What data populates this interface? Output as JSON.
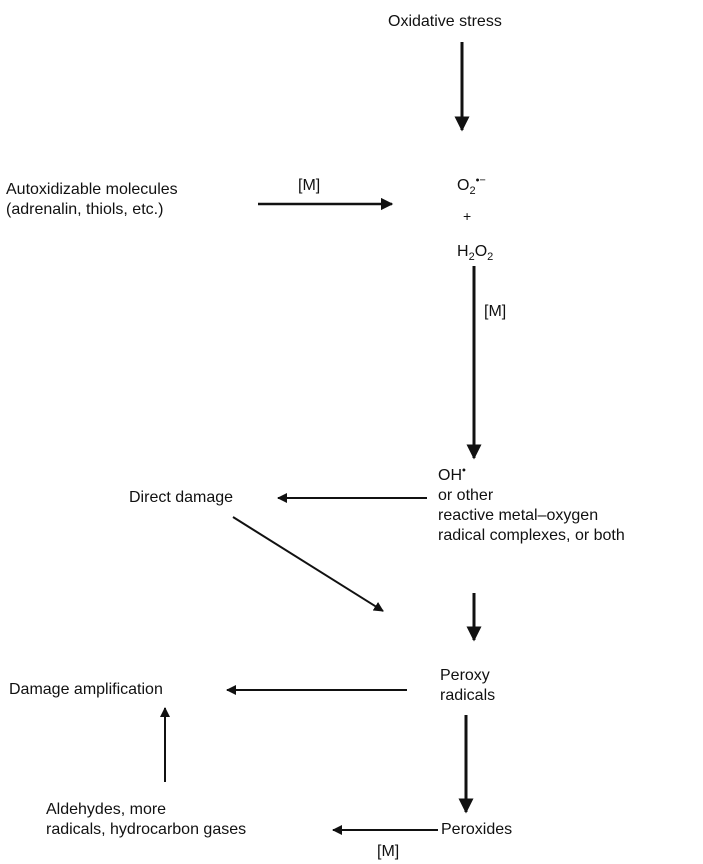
{
  "nodes": {
    "oxidative_stress": "Oxidative stress",
    "autox_line1": "Autoxidizable molecules",
    "autox_line2": "(adrenalin, thiols, etc.)",
    "superoxide_base": "O",
    "superoxide_sub": "2",
    "superoxide_sup": "•−",
    "plus": "+",
    "h2o2_h": "H",
    "h2o2_sub1": "2",
    "h2o2_o": "O",
    "h2o2_sub2": "2",
    "oh_base": "OH",
    "oh_sup": "•",
    "oh_line2": "or other",
    "oh_line3": "reactive metal–oxygen",
    "oh_line4": "radical complexes, or both",
    "direct_damage": "Direct damage",
    "damage_amplification": "Damage amplification",
    "peroxy_line1": "Peroxy",
    "peroxy_line2": "radicals",
    "aldehydes_line1": "Aldehydes, more",
    "aldehydes_line2": "radicals, hydrocarbon gases",
    "peroxides": "Peroxides"
  },
  "edge_labels": {
    "m_autox": "[M]",
    "m_h2o2": "[M]",
    "m_peroxides": "[M]"
  }
}
